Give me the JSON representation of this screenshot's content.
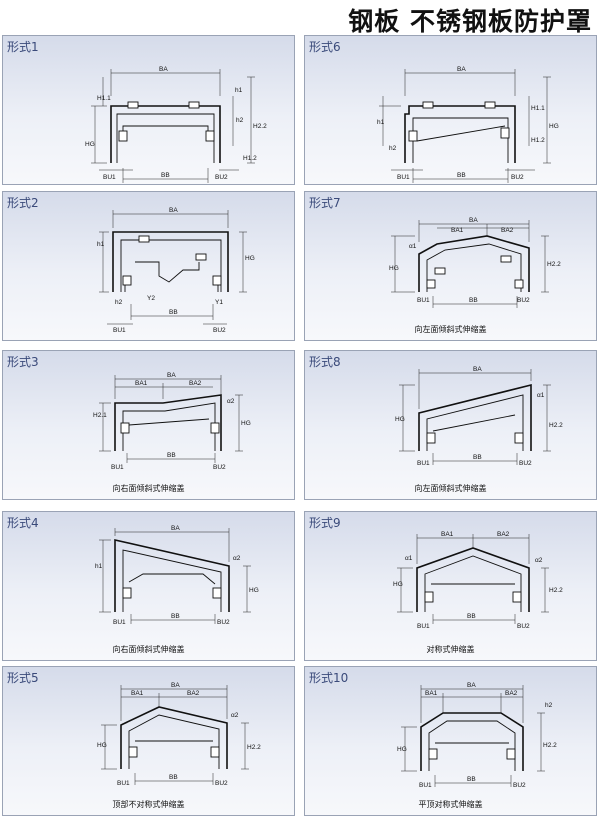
{
  "page": {
    "title": "钢板  不锈钢板防护罩"
  },
  "panels": [
    {
      "label": "形式1",
      "caption": ""
    },
    {
      "label": "形式6",
      "caption": ""
    },
    {
      "label": "形式2",
      "caption": ""
    },
    {
      "label": "形式7",
      "caption": "向左面倾斜式伸缩盖"
    },
    {
      "label": "形式3",
      "caption": "向右面倾斜式伸缩盖"
    },
    {
      "label": "形式8",
      "caption": "向左面倾斜式伸缩盖"
    },
    {
      "label": "形式4",
      "caption": "向右面倾斜式伸缩盖"
    },
    {
      "label": "形式9",
      "caption": "对称式伸缩盖"
    },
    {
      "label": "形式5",
      "caption": "顶部不对称式伸缩盖"
    },
    {
      "label": "形式10",
      "caption": "平顶对称式伸缩盖"
    }
  ],
  "dims": {
    "ba": "BA",
    "ba1": "BA1",
    "ba2": "BA2",
    "bb": "BB",
    "bu1": "BU1",
    "bu2": "BU2",
    "hg": "HG",
    "h1": "h1",
    "h2": "h2",
    "h11": "H1.1",
    "h12": "H1.2",
    "h21": "H2.1",
    "h22": "H2.2",
    "y1": "Y1",
    "y2": "Y2",
    "a1": "α1",
    "a2": "α2"
  }
}
